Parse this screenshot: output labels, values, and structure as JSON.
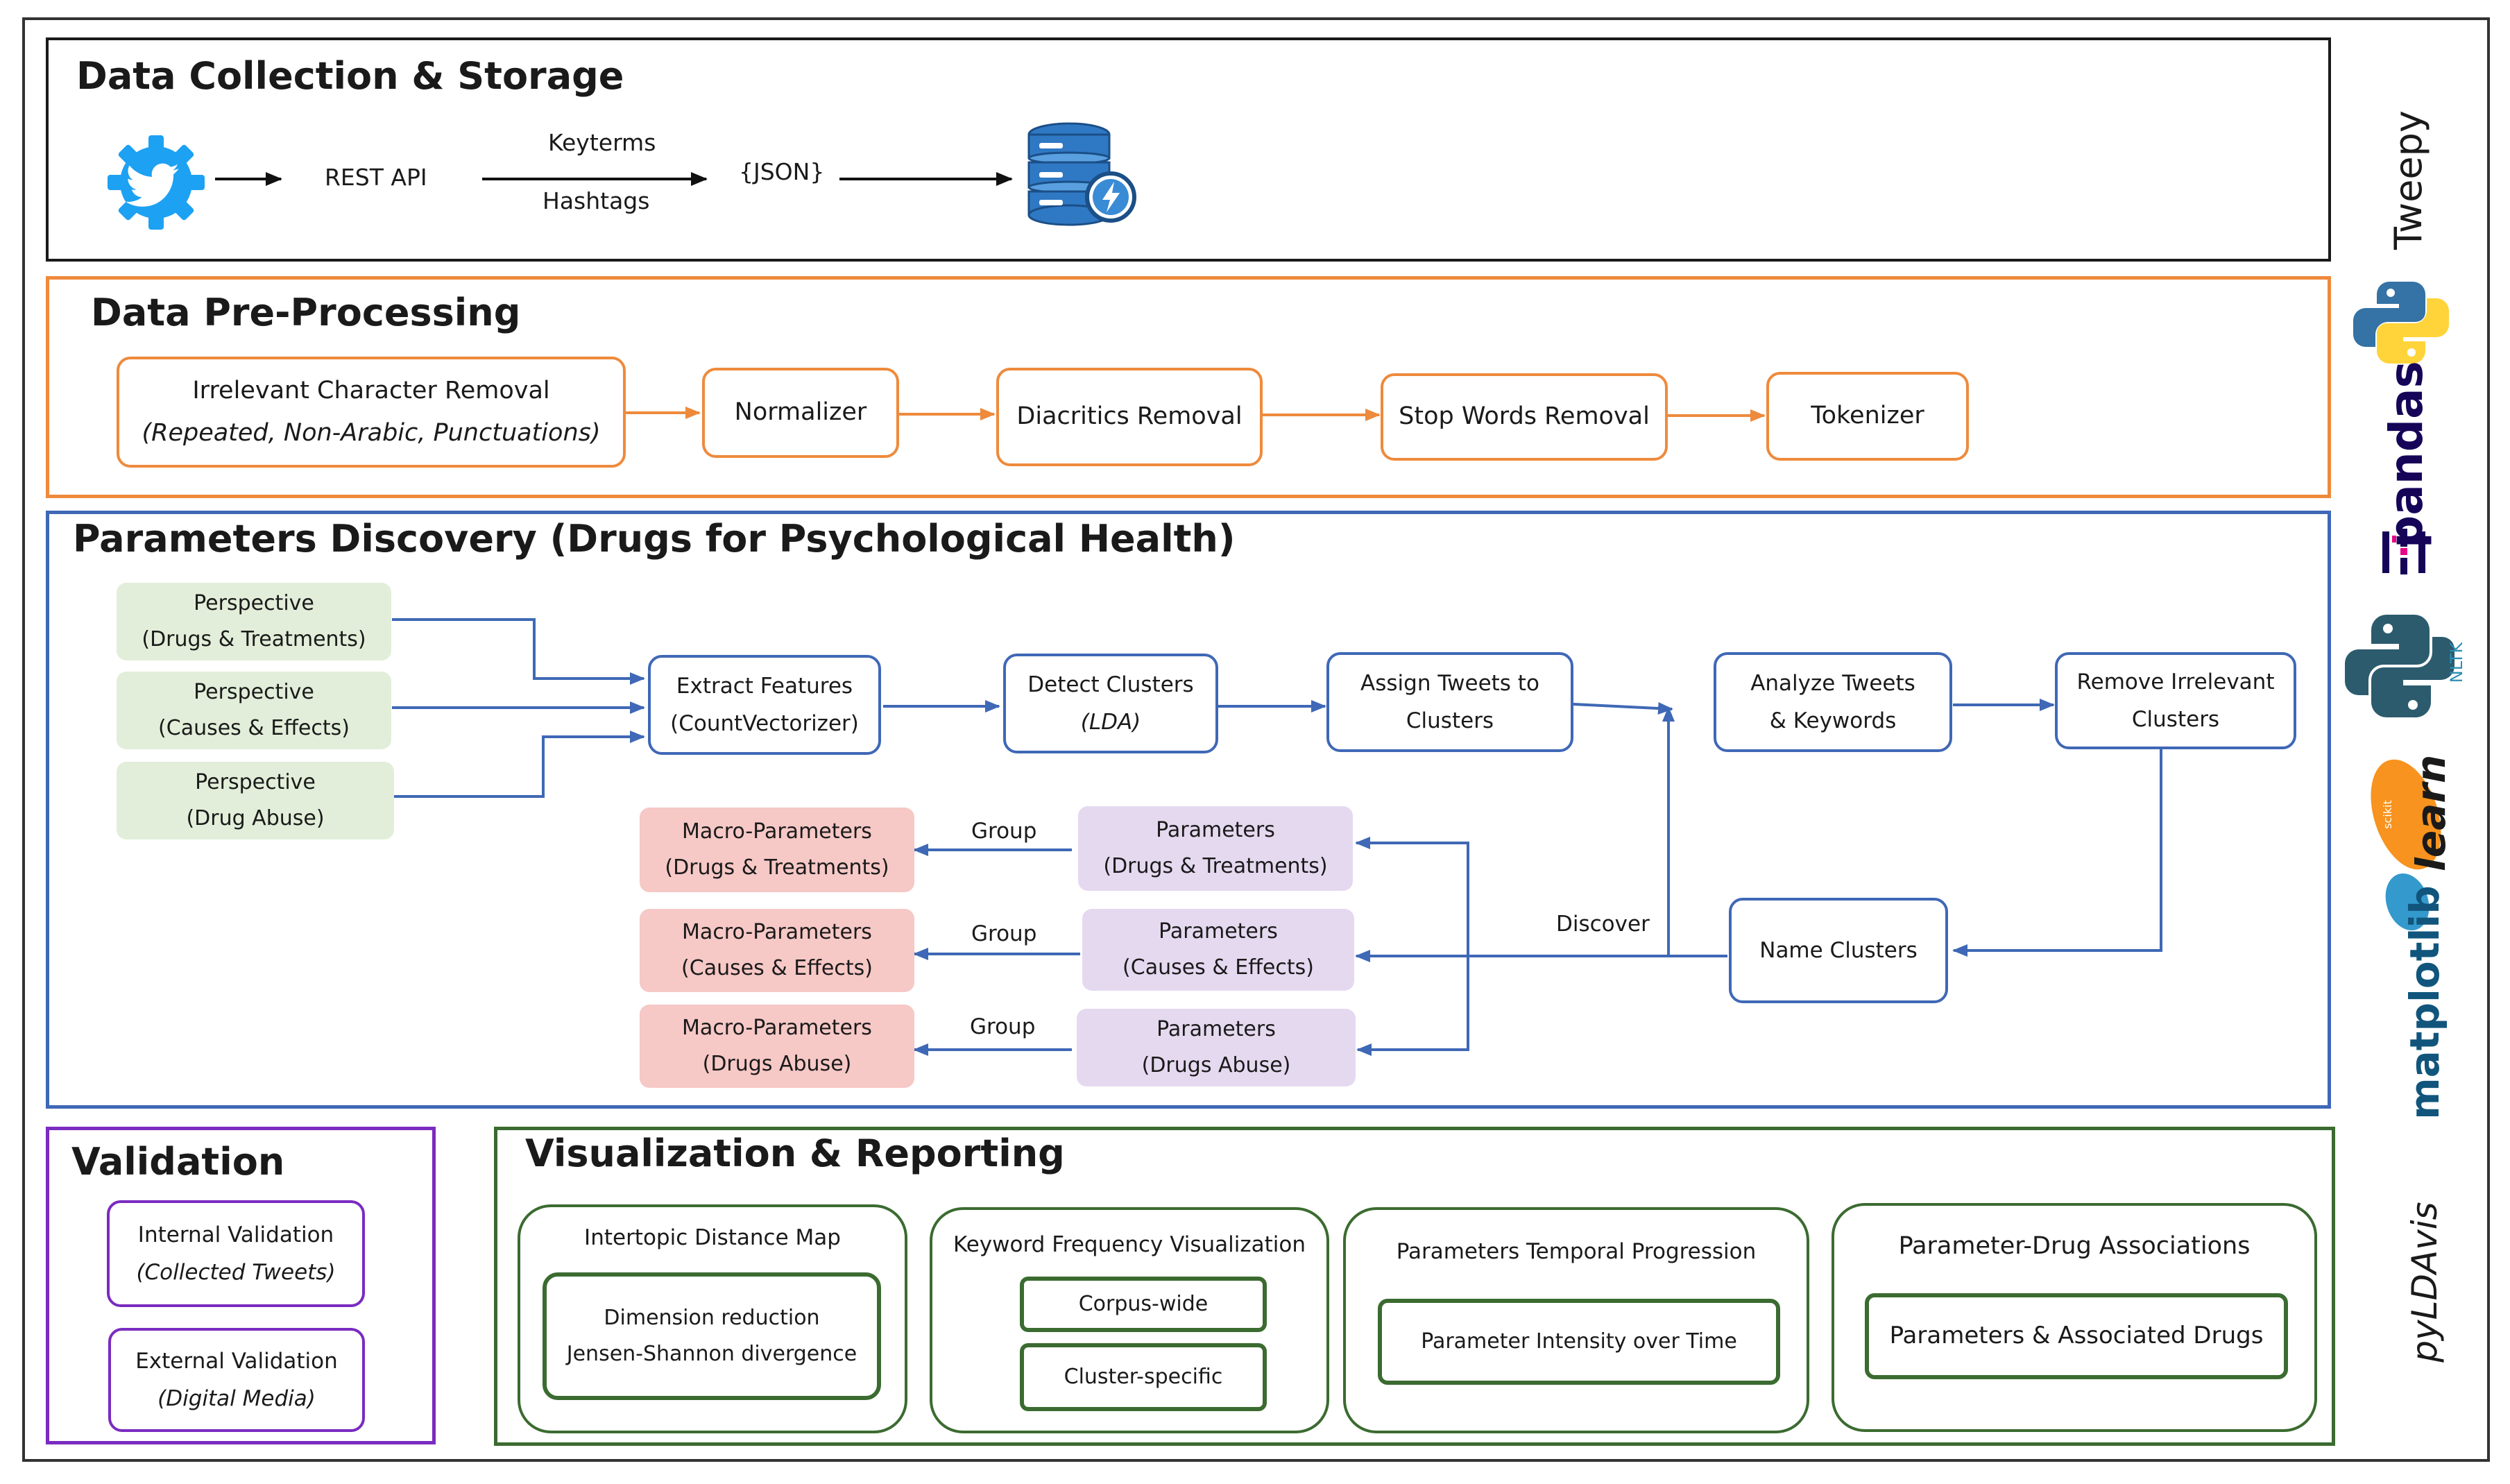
{
  "collection": {
    "title": "Data Collection & Storage",
    "rest_api": "REST API",
    "keyterms": "Keyterms",
    "hashtags": "Hashtags",
    "json": "{JSON}"
  },
  "preprocessing": {
    "title": "Data Pre-Processing",
    "steps": [
      {
        "line1": "Irrelevant Character Removal",
        "line2": "(Repeated, Non-Arabic, Punctuations)"
      },
      {
        "line1": "Normalizer"
      },
      {
        "line1": "Diacritics Removal"
      },
      {
        "line1": "Stop Words Removal"
      },
      {
        "line1": "Tokenizer"
      }
    ]
  },
  "discovery": {
    "title": "Parameters Discovery (Drugs for Psychological Health)",
    "perspectives": [
      {
        "line1": "Perspective",
        "line2": "(Drugs & Treatments)"
      },
      {
        "line1": "Perspective",
        "line2": "(Causes & Effects)"
      },
      {
        "line1": "Perspective",
        "line2": "(Drug Abuse)"
      }
    ],
    "pipeline": [
      {
        "line1": "Extract Features",
        "line2": "(CountVectorizer)"
      },
      {
        "line1": "Detect Clusters",
        "line2": "(LDA)"
      },
      {
        "line1": "Assign Tweets to",
        "line2": "Clusters"
      },
      {
        "line1": "Analyze Tweets",
        "line2": "& Keywords"
      },
      {
        "line1": "Remove Irrelevant",
        "line2": "Clusters"
      }
    ],
    "name_clusters": "Name Clusters",
    "discover": "Discover",
    "group": "Group",
    "parameters": [
      {
        "line1": "Parameters",
        "line2": "(Drugs & Treatments)"
      },
      {
        "line1": "Parameters",
        "line2": "(Causes & Effects)"
      },
      {
        "line1": "Parameters",
        "line2": "(Drugs Abuse)"
      }
    ],
    "macro": [
      {
        "line1": "Macro-Parameters",
        "line2": "(Drugs & Treatments)"
      },
      {
        "line1": "Macro-Parameters",
        "line2": "(Causes & Effects)"
      },
      {
        "line1": "Macro-Parameters",
        "line2": "(Drugs Abuse)"
      }
    ]
  },
  "validation": {
    "title": "Validation",
    "internal": {
      "line1": "Internal Validation",
      "line2": "(Collected Tweets)"
    },
    "external": {
      "line1": "External Validation",
      "line2": "(Digital Media)"
    }
  },
  "visualization": {
    "title": "Visualization & Reporting",
    "panels": [
      {
        "title": "Intertopic Distance Map",
        "items": [
          "Dimension reduction",
          "Jensen-Shannon divergence"
        ]
      },
      {
        "title": "Keyword Frequency Visualization",
        "items": [
          "Corpus-wide",
          "Cluster-specific"
        ]
      },
      {
        "title": "Parameters Temporal Progression",
        "items": [
          "Parameter Intensity over Time"
        ]
      },
      {
        "title": "Parameter-Drug Associations",
        "items": [
          "Parameters & Associated Drugs"
        ]
      }
    ]
  },
  "tools": {
    "tweepy": "Tweepy",
    "pandas": "pandas",
    "nltk": "NLTK",
    "learn": "learn",
    "scikit": "scikit",
    "matplotlib": "matplotlib",
    "pyldavis": "pyLDAvis"
  },
  "colors": {
    "orange": "#ee8a3c",
    "blue": "#3f68b6",
    "purple": "#7a2bc0",
    "green": "#3b6b30",
    "twitter": "#1da1f2",
    "python_blue": "#3572a5",
    "python_yellow": "#ffd43b",
    "pandas": "#150458",
    "pandas_accent": "#e70488",
    "nltk": "#2c5b6e",
    "sklearn_orange": "#f7931e",
    "sklearn_blue": "#3499cd",
    "mpl": "#11557c"
  },
  "icons": [
    "twitter-gear-icon",
    "database-icon",
    "python-icon",
    "pandas-logo",
    "nltk-python-logo",
    "scikit-learn-logo",
    "matplotlib-logo"
  ]
}
